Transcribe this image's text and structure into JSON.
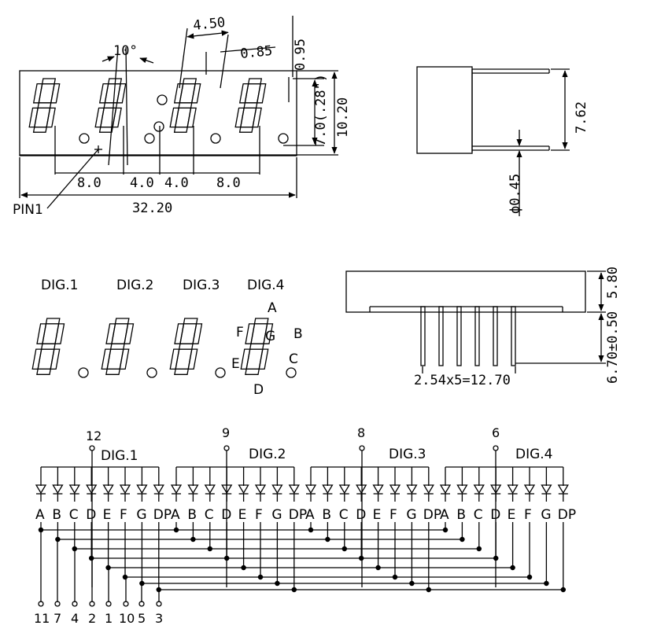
{
  "dims": {
    "d450": "4.50",
    "d10deg": "10°",
    "d085": "0.85",
    "d095": "0.95",
    "d1020": "10.20",
    "d70": "7.0(.28\")",
    "d80a": "8.0",
    "d40a": "4.0",
    "d40b": "4.0",
    "d80b": "8.0",
    "d3220": "32.20",
    "pin1": "PIN1",
    "d762": "7.62",
    "d045": "ϕ0.45",
    "d580": "5.80",
    "d670": "6.70±0.50",
    "d254": "2.54x5=12.70"
  },
  "digit_labels": [
    "DIG.1",
    "DIG.2",
    "DIG.3",
    "DIG.4"
  ],
  "segment_letters": {
    "a": "A",
    "b": "B",
    "c": "C",
    "d": "D",
    "e": "E",
    "f": "F",
    "g": "G"
  },
  "schematic": {
    "common_pins": [
      "12",
      "9",
      "8",
      "6"
    ],
    "digit_labels": [
      "DIG.1",
      "DIG.2",
      "DIG.3",
      "DIG.4"
    ],
    "segment_labels": [
      "A",
      "B",
      "C",
      "D",
      "E",
      "F",
      "G",
      "DP"
    ],
    "bottom_pins": [
      "11",
      "7",
      "4",
      "2",
      "1",
      "10",
      "5",
      "3"
    ]
  }
}
